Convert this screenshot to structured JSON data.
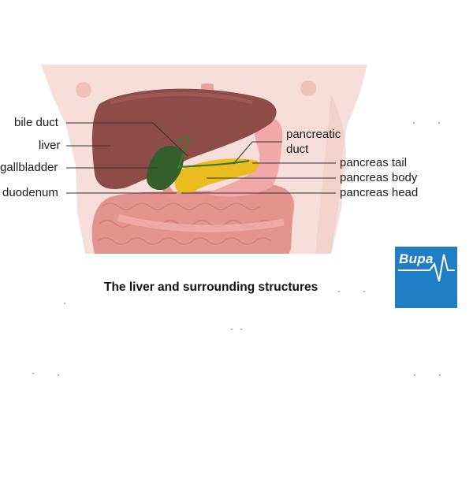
{
  "labels": {
    "bile_duct": "bile duct",
    "liver": "liver",
    "gallbladder": "gallbladder",
    "duodenum": "duodenum",
    "pancreatic_duct_line1": "pancreatic",
    "pancreatic_duct_line2": "duct",
    "pancreas_tail": "pancreas tail",
    "pancreas_body": "pancreas body",
    "pancreas_head": "pancreas head"
  },
  "caption": "The liver and surrounding structures",
  "logo": {
    "text": "Bupa",
    "color": "#1f7ec4"
  },
  "colors": {
    "skin": "#f5dad4",
    "liver": "#8a4a46",
    "gallbladder": "#2f5a2a",
    "pancreas": "#e9b91a",
    "intestine": "#e59a93",
    "stomach": "#f0a7a6"
  }
}
